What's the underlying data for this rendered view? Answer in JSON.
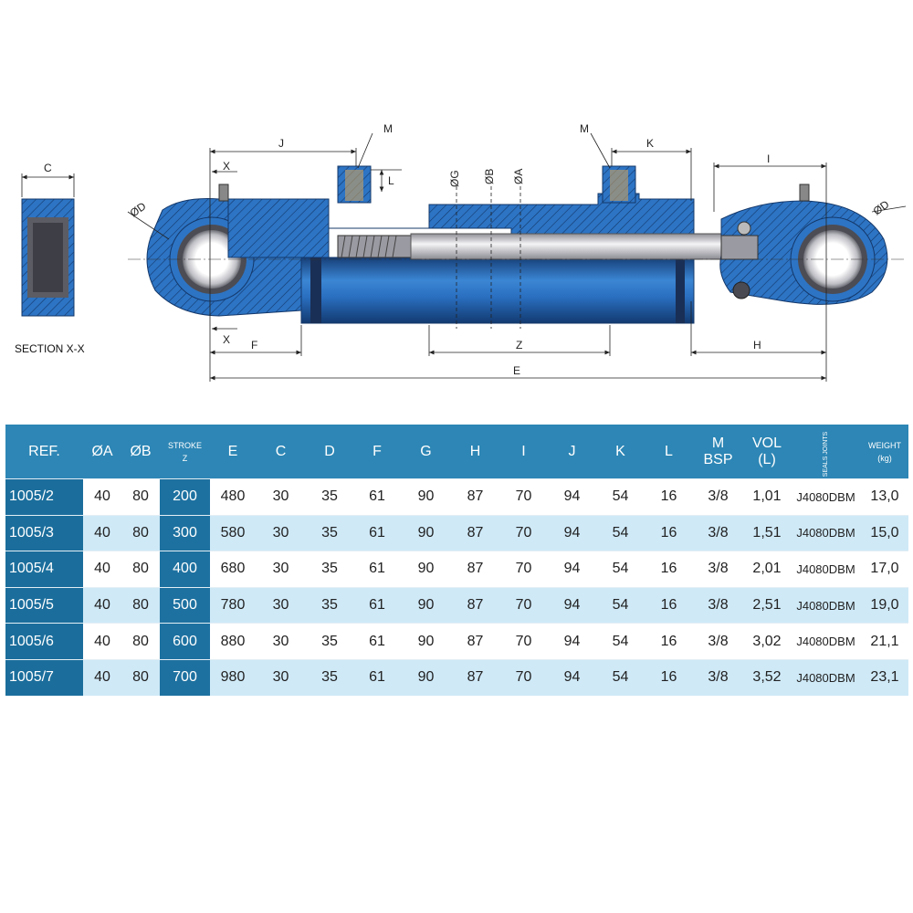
{
  "drawing": {
    "section_label": "SECTION X-X",
    "dims": {
      "C": "C",
      "J": "J",
      "K": "K",
      "M_left": "M",
      "M_right": "M",
      "L": "L",
      "I": "I",
      "G": "ØG",
      "B": "ØB",
      "A": "ØA",
      "D_left": "ØD",
      "D_right": "ØD",
      "X_top": "X",
      "X_bottom": "X",
      "F": "F",
      "Z": "Z",
      "H": "H",
      "E": "E"
    },
    "colors": {
      "body": "#2d74c4",
      "body_dark": "#1e5494",
      "steel": "#c9c9cf",
      "hatch": "#1a3f73"
    }
  },
  "table": {
    "headers": [
      {
        "label": "REF."
      },
      {
        "label": "ØA"
      },
      {
        "label": "ØB"
      },
      {
        "label": "STROKE",
        "sub": "Z"
      },
      {
        "label": "E"
      },
      {
        "label": "C"
      },
      {
        "label": "D"
      },
      {
        "label": "F"
      },
      {
        "label": "G"
      },
      {
        "label": "H"
      },
      {
        "label": "I"
      },
      {
        "label": "J"
      },
      {
        "label": "K"
      },
      {
        "label": "L"
      },
      {
        "label": "M",
        "sub": "BSP"
      },
      {
        "label": "VOL",
        "sub": "(L)"
      },
      {
        "label": "SEALS JOINTS"
      },
      {
        "label": "WEIGHT",
        "sub": "(kg)"
      }
    ],
    "rows": [
      [
        "1005/2",
        "40",
        "80",
        "200",
        "480",
        "30",
        "35",
        "61",
        "90",
        "87",
        "70",
        "94",
        "54",
        "16",
        "3/8",
        "1,01",
        "J4080DBM",
        "13,0"
      ],
      [
        "1005/3",
        "40",
        "80",
        "300",
        "580",
        "30",
        "35",
        "61",
        "90",
        "87",
        "70",
        "94",
        "54",
        "16",
        "3/8",
        "1,51",
        "J4080DBM",
        "15,0"
      ],
      [
        "1005/4",
        "40",
        "80",
        "400",
        "680",
        "30",
        "35",
        "61",
        "90",
        "87",
        "70",
        "94",
        "54",
        "16",
        "3/8",
        "2,01",
        "J4080DBM",
        "17,0"
      ],
      [
        "1005/5",
        "40",
        "80",
        "500",
        "780",
        "30",
        "35",
        "61",
        "90",
        "87",
        "70",
        "94",
        "54",
        "16",
        "3/8",
        "2,51",
        "J4080DBM",
        "19,0"
      ],
      [
        "1005/6",
        "40",
        "80",
        "600",
        "880",
        "30",
        "35",
        "61",
        "90",
        "87",
        "70",
        "94",
        "54",
        "16",
        "3/8",
        "3,02",
        "J4080DBM",
        "21,1"
      ],
      [
        "1005/7",
        "40",
        "80",
        "700",
        "980",
        "30",
        "35",
        "61",
        "90",
        "87",
        "70",
        "94",
        "54",
        "16",
        "3/8",
        "3,52",
        "J4080DBM",
        "23,1"
      ]
    ]
  }
}
